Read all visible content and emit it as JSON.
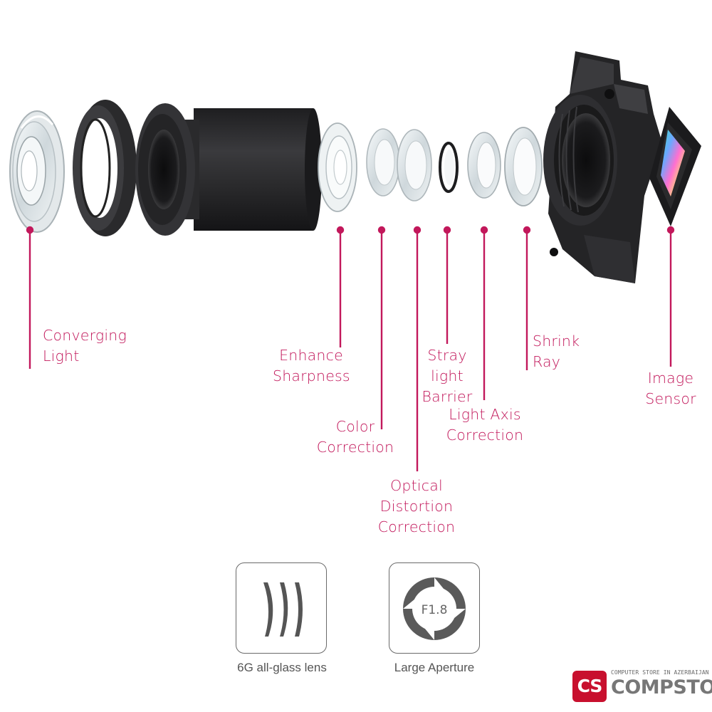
{
  "labels": {
    "converging": [
      "Converging",
      "Light"
    ],
    "enhance": [
      "Enhance",
      "Sharpness"
    ],
    "color": [
      "Color",
      "Correction"
    ],
    "optical": [
      "Optical",
      "Distortion",
      "Correction"
    ],
    "stray": [
      "Stray",
      "light",
      "Barrier"
    ],
    "lightaxis": [
      "Light Axis",
      "Correction"
    ],
    "shrink": [
      "Shrink",
      "Ray"
    ],
    "sensor": [
      "Image",
      "Sensor"
    ]
  },
  "features": [
    {
      "caption": "6G all-glass lens",
      "icon": "glass-lens-icon"
    },
    {
      "caption": "Large Aperture",
      "icon": "aperture-icon",
      "badge": "F1.8"
    }
  ],
  "watermark": {
    "badge": "CS",
    "small": "COMPUTER STORE IN AZERBAIJAN",
    "name": "COMPSTORE"
  },
  "colors": {
    "accent": "#c2185b",
    "lens_body": "#2b2b2d",
    "glass": "#d8dfe3",
    "watermark_red": "#c8102e"
  }
}
